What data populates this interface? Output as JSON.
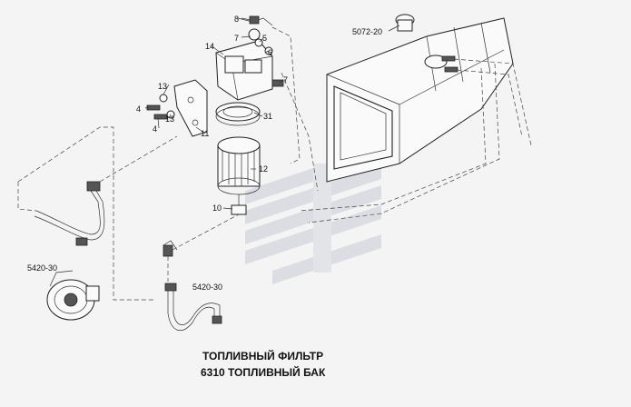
{
  "callouts": {
    "c8": "8",
    "c7a": "7",
    "c5": "5",
    "c14": "14",
    "c6": "6",
    "c7b": "7",
    "c13a": "13",
    "c4a": "4",
    "c13b": "13",
    "c4b": "4",
    "c31": "31",
    "c11": "11",
    "c12": "12",
    "c10": "10",
    "ref_tank": "5072-20",
    "ref_hose_left": "5420-30",
    "ref_hose_center": "5420-30"
  },
  "caption": {
    "line1": "ТОПЛИВНЫЙ ФИЛЬТР",
    "line2": "6310  ТОПЛИВНЫЙ БАК"
  },
  "colors": {
    "background": "#f4f4f4",
    "linework": "#222222",
    "watermark": "#c8ccd6"
  }
}
